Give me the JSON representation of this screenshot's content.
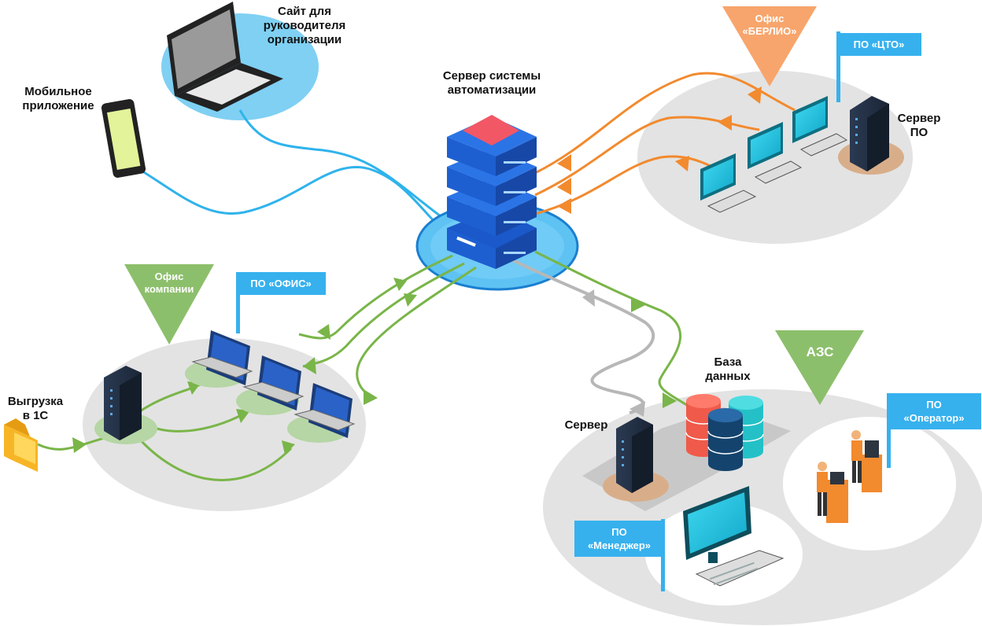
{
  "nodes": {
    "site": "Сайт для\nруководителя\nорганизации",
    "mobile": "Мобильное\nприложение",
    "server_main": "Сервер системы\nавтоматизации",
    "berlio_office": "Офис\n«БЕРЛИО»",
    "cto_software": "ПО «ЦТО»",
    "server_po": "Сервер\nПО",
    "company_office": "Офис\nкомпании",
    "office_software": "ПО «ОФИС»",
    "export_1c": "Выгрузка\nв 1С",
    "database": "База\nданных",
    "azs": "АЗС",
    "operator_software": "ПО\n«Оператор»",
    "server": "Сервер",
    "manager_software": "ПО\n«Менеджер»"
  },
  "colors": {
    "blue_link": "#2fb3ec",
    "orange_link": "#f28a2e",
    "green_link": "#79b548",
    "grey_link": "#b7b7b7",
    "platform": "#e3e3e3",
    "server_blue": "#1d5fd1",
    "flag_blue": "#36b1ee",
    "triangle_orange": "#f7a56c",
    "triangle_green": "#8cbf6b"
  }
}
